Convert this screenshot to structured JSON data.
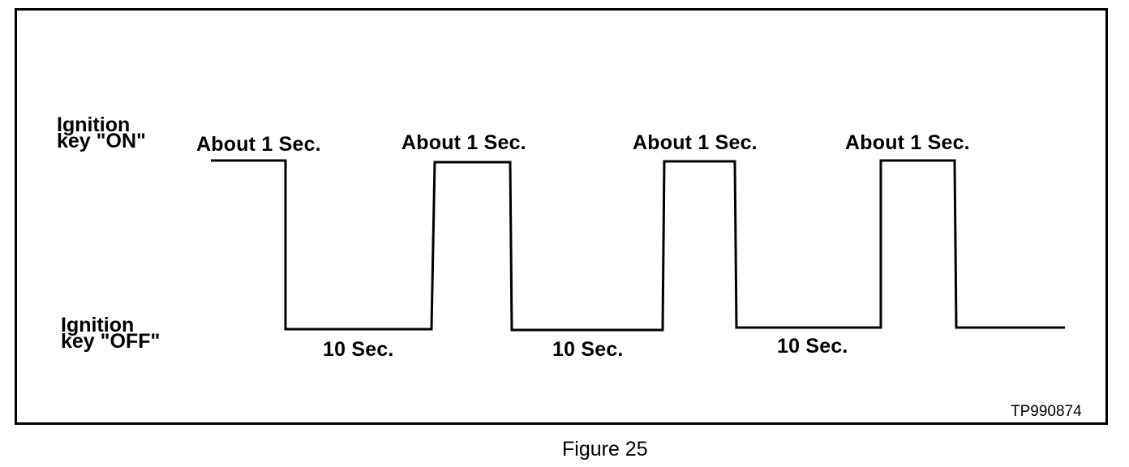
{
  "diagram": {
    "on_label": {
      "line1": "Ignition",
      "line2": "key \"ON\""
    },
    "off_label": {
      "line1": "Ignition",
      "line2": "key \"OFF\""
    },
    "on_pulse_labels": [
      "About 1 Sec.",
      "About 1 Sec.",
      "About 1 Sec.",
      "About 1 Sec."
    ],
    "off_interval_labels": [
      "10 Sec.",
      "10 Sec.",
      "10 Sec."
    ],
    "code": "TP990874",
    "caption": "Figure 25"
  }
}
